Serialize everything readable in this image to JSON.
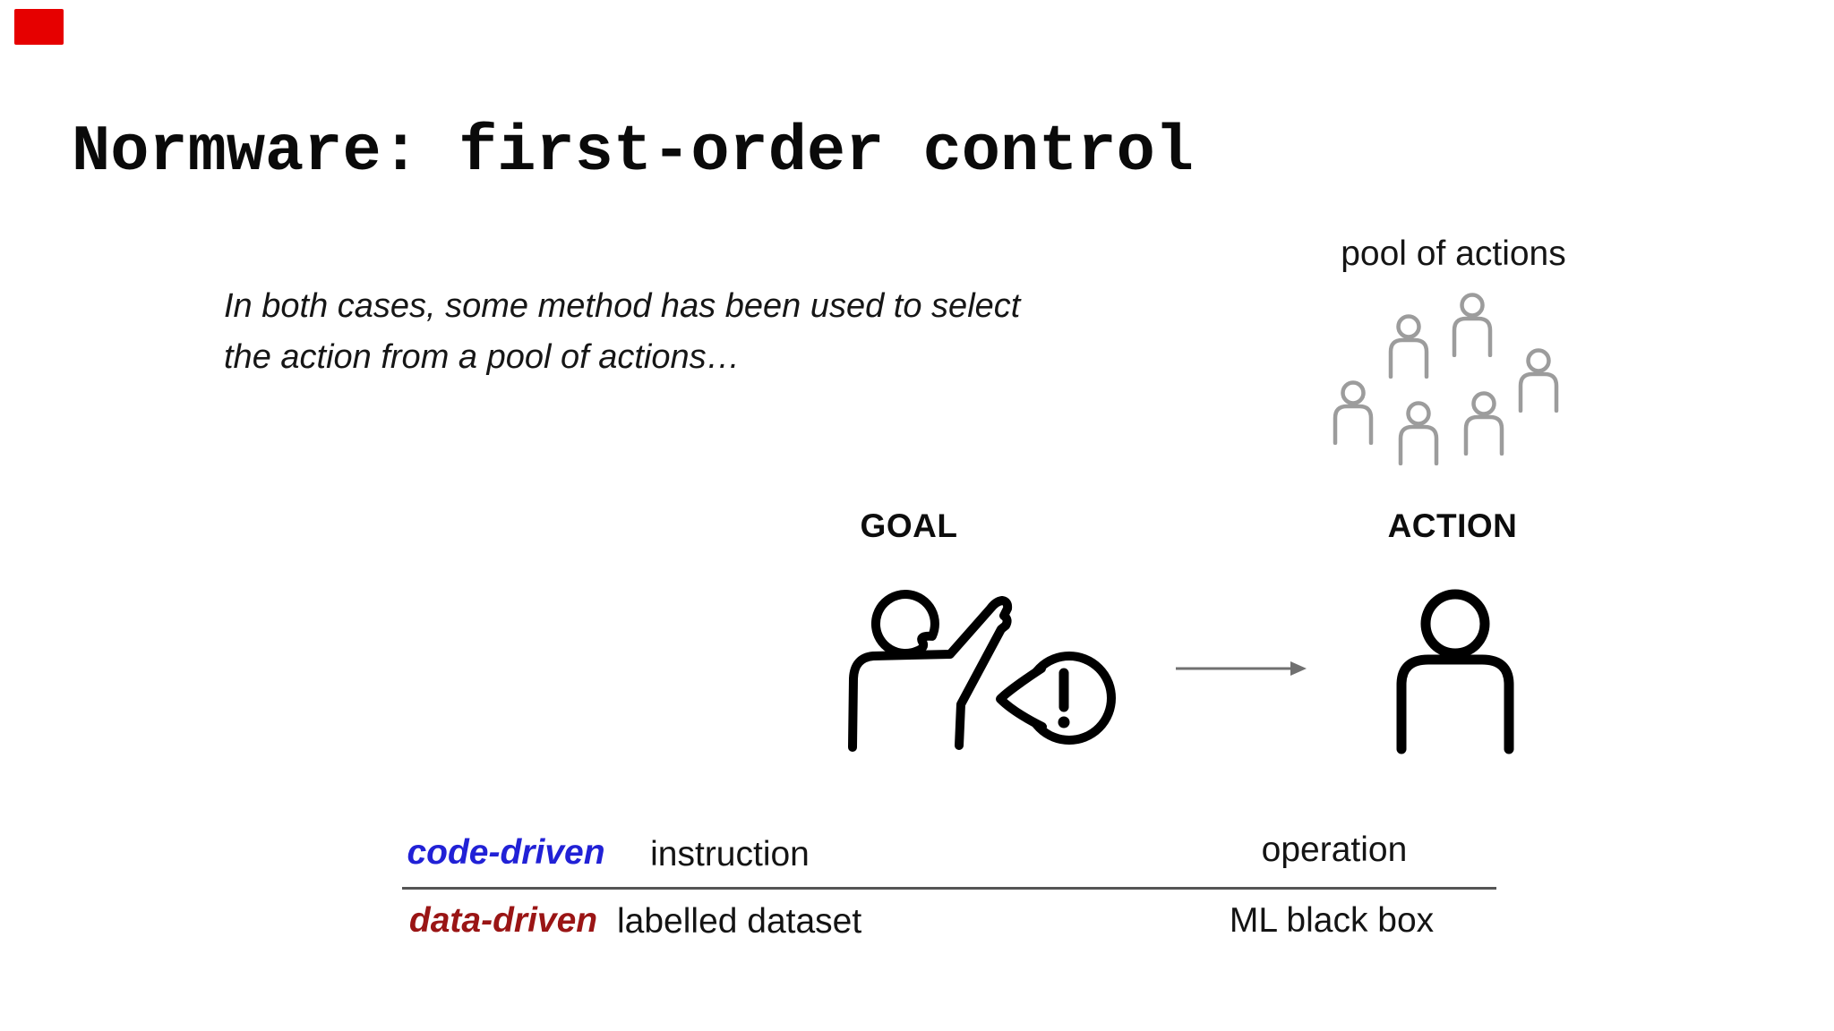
{
  "slide": {
    "title": "Normware: first-order control",
    "note_lines": [
      "In both cases, some method has been used to select",
      "the action from a pool of actions…"
    ],
    "pool_label": "pool of actions",
    "columns": {
      "goal": "GOAL",
      "action": "ACTION"
    },
    "table": {
      "rows": [
        {
          "label": "code-driven",
          "goal_cell": "instruction",
          "action_cell": "operation"
        },
        {
          "label": "data-driven",
          "goal_cell": "labelled dataset",
          "action_cell": "ML black box"
        }
      ]
    },
    "icons": {
      "pool": "person-outline-crowd (6 gray people)",
      "goal": "person-pointing-with-exclamation-speech-bubble",
      "action": "person-outline",
      "connector": "arrow-right"
    },
    "colors": {
      "code_driven_blue": "#2121d6",
      "data_driven_red": "#9a1515",
      "pool_icon_gray": "#9c9c9c",
      "arrow_gray": "#707070",
      "divider_gray": "#555555",
      "corner_marker_red": "#e60000",
      "ink_black": "#0a0a0a"
    }
  }
}
